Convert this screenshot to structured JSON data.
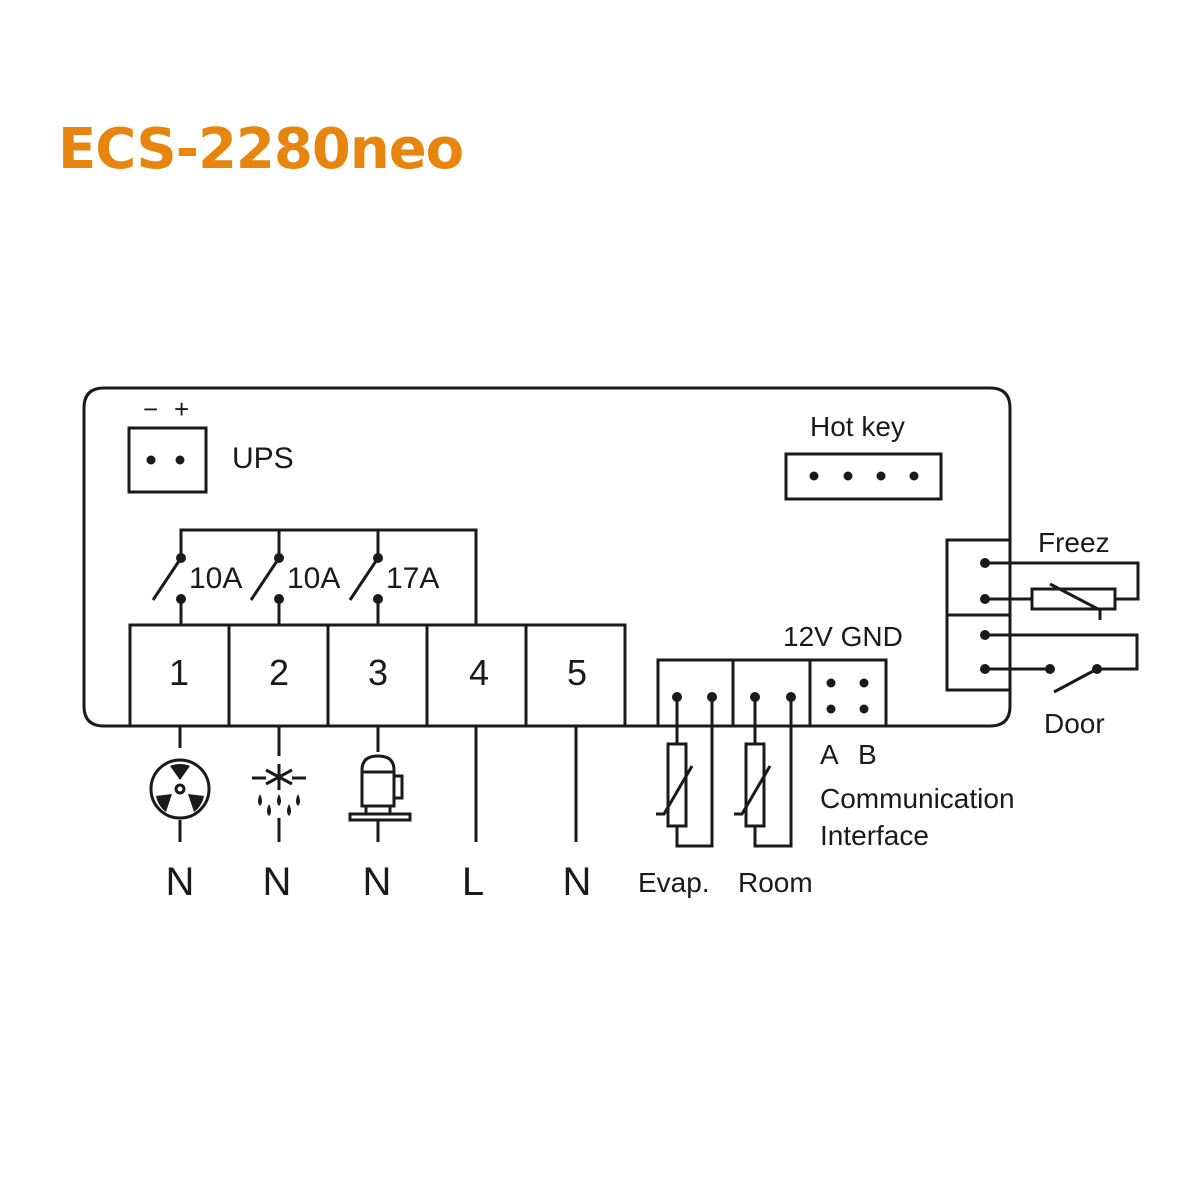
{
  "title": "ECS-2280neo",
  "colors": {
    "title": "#e8850f",
    "line": "#1a1a1a"
  },
  "ups": {
    "label": "UPS",
    "minus": "−",
    "plus": "+"
  },
  "hotkey": {
    "label": "Hot key"
  },
  "relays": [
    {
      "rating": "10A"
    },
    {
      "rating": "10A"
    },
    {
      "rating": "17A"
    }
  ],
  "terminals": [
    {
      "number": "1",
      "wire": "N",
      "load_icon": "fan-icon"
    },
    {
      "number": "2",
      "wire": "N",
      "load_icon": "defrost-icon"
    },
    {
      "number": "3",
      "wire": "N",
      "load_icon": "compressor-icon"
    },
    {
      "number": "4",
      "wire": "L",
      "load_icon": ""
    },
    {
      "number": "5",
      "wire": "N",
      "load_icon": ""
    }
  ],
  "probes": {
    "evap": "Evap.",
    "room": "Room"
  },
  "power_pins": "12V GND",
  "comm": {
    "a": "A",
    "b": "B",
    "line1": "Communication",
    "line2": "Interface"
  },
  "freez": "Freez",
  "door": "Door"
}
